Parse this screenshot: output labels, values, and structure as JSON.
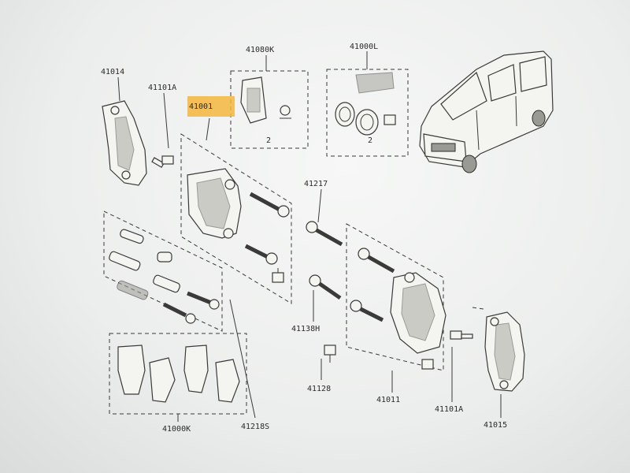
{
  "callouts": {
    "caliper_bracket_left": "41014",
    "bolt_upper": "41101A",
    "caliper_assy_left": "41001",
    "pad_hardware_kit": "41080K",
    "seal_kit": "41000L",
    "guide_bolt": "41217",
    "bleeder_bolt": "41138H",
    "bleeder_screw": "41128",
    "pad_kit": "41000K",
    "pin_boot_kit": "41218S",
    "caliper_assy_right": "41011",
    "bolt_lower": "41101A",
    "caliper_bracket_right": "41015",
    "qty_hardware": "2",
    "qty_seal": "2"
  },
  "highlight_color": "#f4b63e"
}
